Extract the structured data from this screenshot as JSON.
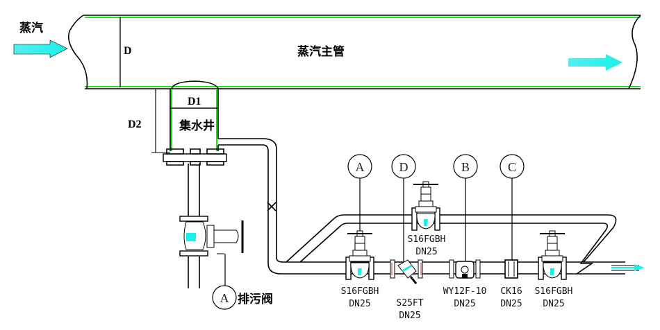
{
  "labels": {
    "steam_inlet": "蒸汽",
    "main_pipe": "蒸汽主管",
    "drip_leg": "集水井",
    "dim_D": "D",
    "dim_D1": "D1",
    "dim_D2": "D2",
    "blowdown_valve": "排污阀"
  },
  "tags": {
    "A": "A",
    "B": "B",
    "C": "C",
    "D": "D"
  },
  "components": {
    "valve_inlet": {
      "model": "S16FGBH",
      "size": "DN25"
    },
    "strainer": {
      "model": "S25FT",
      "size": "DN25"
    },
    "bypass_valve": {
      "model": "S16FGBH",
      "size": "DN25"
    },
    "steam_trap": {
      "model": "WY12F-10",
      "size": "DN25"
    },
    "check_valve": {
      "model": "CK16",
      "size": "DN25"
    },
    "valve_outlet": {
      "model": "S16FGBH",
      "size": "DN25"
    }
  },
  "colors": {
    "flow_arrow": "#19f0e8",
    "pipe_inner": "#22dd22",
    "line": "#000000"
  }
}
